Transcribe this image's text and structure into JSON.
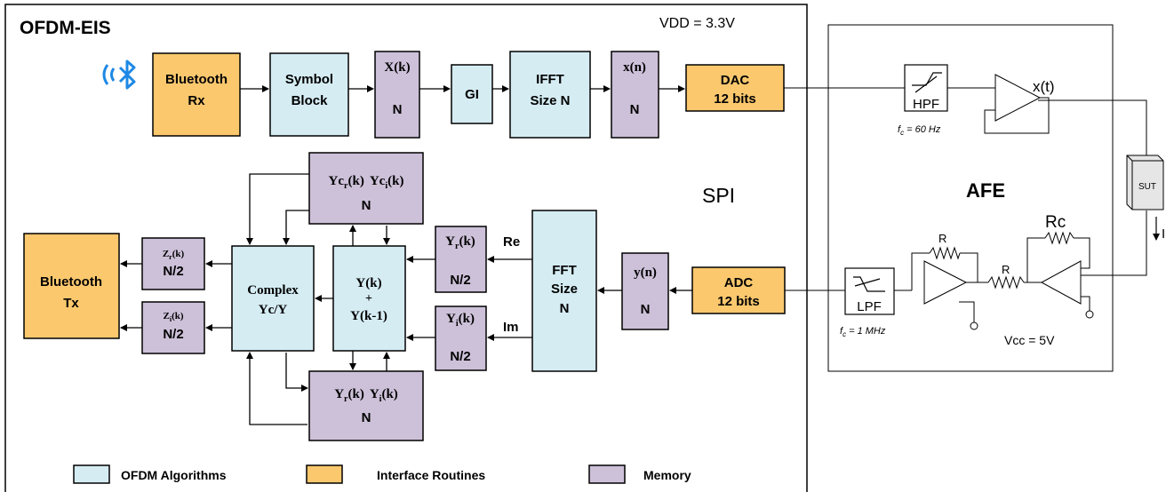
{
  "colors": {
    "algorithm_fill": "#d5ecf3",
    "interface_fill": "#fbc86e",
    "memory_fill": "#cdc1d9",
    "bluetooth_icon": "#1e88e5",
    "sut_fill": "#e6e6e6"
  },
  "main_panel": {
    "title": "OFDM-EIS",
    "vdd": "VDD = 3.3V",
    "spi": "SPI"
  },
  "tx_chain": {
    "bt_rx": [
      "Bluetooth",
      "Rx"
    ],
    "symbol_block": [
      "Symbol",
      "Block"
    ],
    "xk": [
      "X(k)",
      "N"
    ],
    "gi": "GI",
    "ifft": [
      "IFFT",
      "Size N"
    ],
    "xn": [
      "x(n)",
      "N"
    ],
    "dac": [
      "DAC",
      "12 bits"
    ]
  },
  "rx_chain": {
    "adc": [
      "ADC",
      "12 bits"
    ],
    "yn": [
      "y(n)",
      "N"
    ],
    "fft": [
      "FFT",
      "Size",
      "N"
    ],
    "re": "Re",
    "im": "Im",
    "yr_mem": [
      "Y",
      "r",
      "(k)",
      "N/2"
    ],
    "yi_mem": [
      "Y",
      "i",
      "(k)",
      "N/2"
    ],
    "ysum": [
      "Y(k)",
      "+",
      "Y(k-1)"
    ],
    "yc_mem": [
      "Yc",
      "r",
      "(k)",
      "Yc",
      "i",
      "(k)",
      "N"
    ],
    "yri_mem": [
      "Y",
      "r",
      "(k)",
      "Y",
      "i",
      "(k)",
      "N"
    ],
    "complex": [
      "Complex",
      "Yc/Y"
    ],
    "zr": [
      "Z",
      "r",
      "(k)",
      "N/2"
    ],
    "zi": [
      "Z",
      "i",
      "(k)",
      "N/2"
    ],
    "bt_tx": [
      "Bluetooth",
      "Tx"
    ]
  },
  "afe": {
    "title": "AFE",
    "hpf": "HPF",
    "hpf_fc": [
      "f",
      "c",
      " = 60 Hz"
    ],
    "lpf": "LPF",
    "lpf_fc": [
      "f",
      "c",
      " = 1 MHz"
    ],
    "xt": "x(t)",
    "sut": "SUT",
    "current": "I",
    "r1": "R",
    "r2": "R",
    "rc": "Rc",
    "vcc": "Vcc = 5V"
  },
  "legend": {
    "algorithms": "OFDM Algorithms",
    "interface": "Interface Routines",
    "memory": "Memory"
  }
}
